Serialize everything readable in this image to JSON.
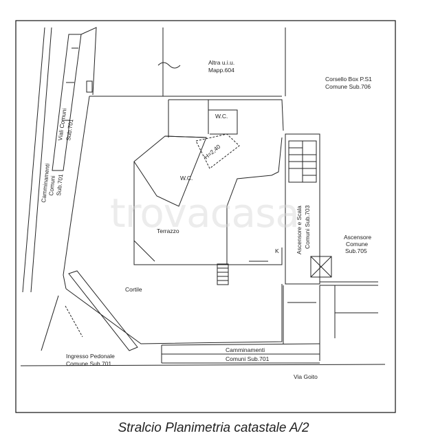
{
  "labels": {
    "altra": "Altra u.i.u.",
    "mapp": "Mapp.604",
    "corsello": "Corsello Box P.S1",
    "comune706": "Comune Sub.706",
    "wc1": "W.C.",
    "wc2": "W.C.",
    "height": "H=2,40",
    "viali1": "Viali Comuni",
    "viali2": "Sub.701",
    "cam1": "Camminamenti",
    "cam2": "Comuni",
    "cam3": "Sub.701",
    "terrazzo": "Terrazzo",
    "cortile": "Cortile",
    "k": "K",
    "asc1": "Ascensore e Scala",
    "asc2": "Comuni Sub.703",
    "ascensore": "Ascensore",
    "comune": "Comune",
    "sub705": "Sub.705",
    "ingresso1": "Ingresso Pedonale",
    "ingresso2": "Comune Sub.701",
    "cambottom1": "Camminamenti",
    "cambottom2": "Comuni Sub.701",
    "viagoito": "Via Goito"
  },
  "watermark": "trovacasa",
  "caption": "Stralcio Planimetria catastale A/2"
}
